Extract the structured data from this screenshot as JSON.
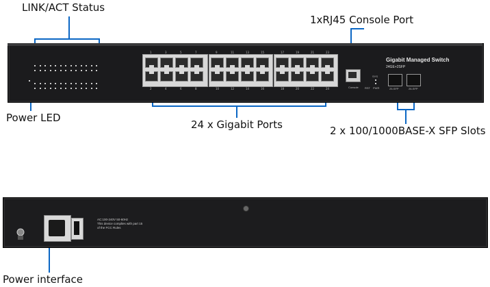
{
  "callouts": {
    "link_act": "LINK/ACT Status",
    "console": "1xRJ45  Console Port",
    "power_led": "Power LED",
    "gigabit_ports": "24 x Gigabit  Ports",
    "sfp_slots": "2 x 100/1000BASE-X SFP Slots",
    "power_interface": "Power interface"
  },
  "front_panel": {
    "title": "Gigabit Managed Switch",
    "subtitle": "24GE+2SFP",
    "console_label": "Console",
    "rst_label": "RST",
    "pwr_label": "PWR",
    "sys_label": "SYS",
    "sfp1_label": "25-SFP",
    "sfp2_label": "26-SFP",
    "top_port_numbers": [
      "1",
      "3",
      "5",
      "7",
      "9",
      "11",
      "13",
      "15",
      "17",
      "19",
      "21",
      "23"
    ],
    "bottom_port_numbers": [
      "2",
      "4",
      "6",
      "8",
      "10",
      "12",
      "14",
      "16",
      "18",
      "20",
      "22",
      "24"
    ]
  },
  "back_panel": {
    "rating_line1": "AC:100-240V 50-60Hz",
    "rating_line2": "This device complies with part 15",
    "rating_line3": "of the FCC Rules"
  },
  "colors": {
    "callout_line": "#0a66c4",
    "chassis": "#1b1b1d",
    "port_frame": "#d8d8d8"
  }
}
